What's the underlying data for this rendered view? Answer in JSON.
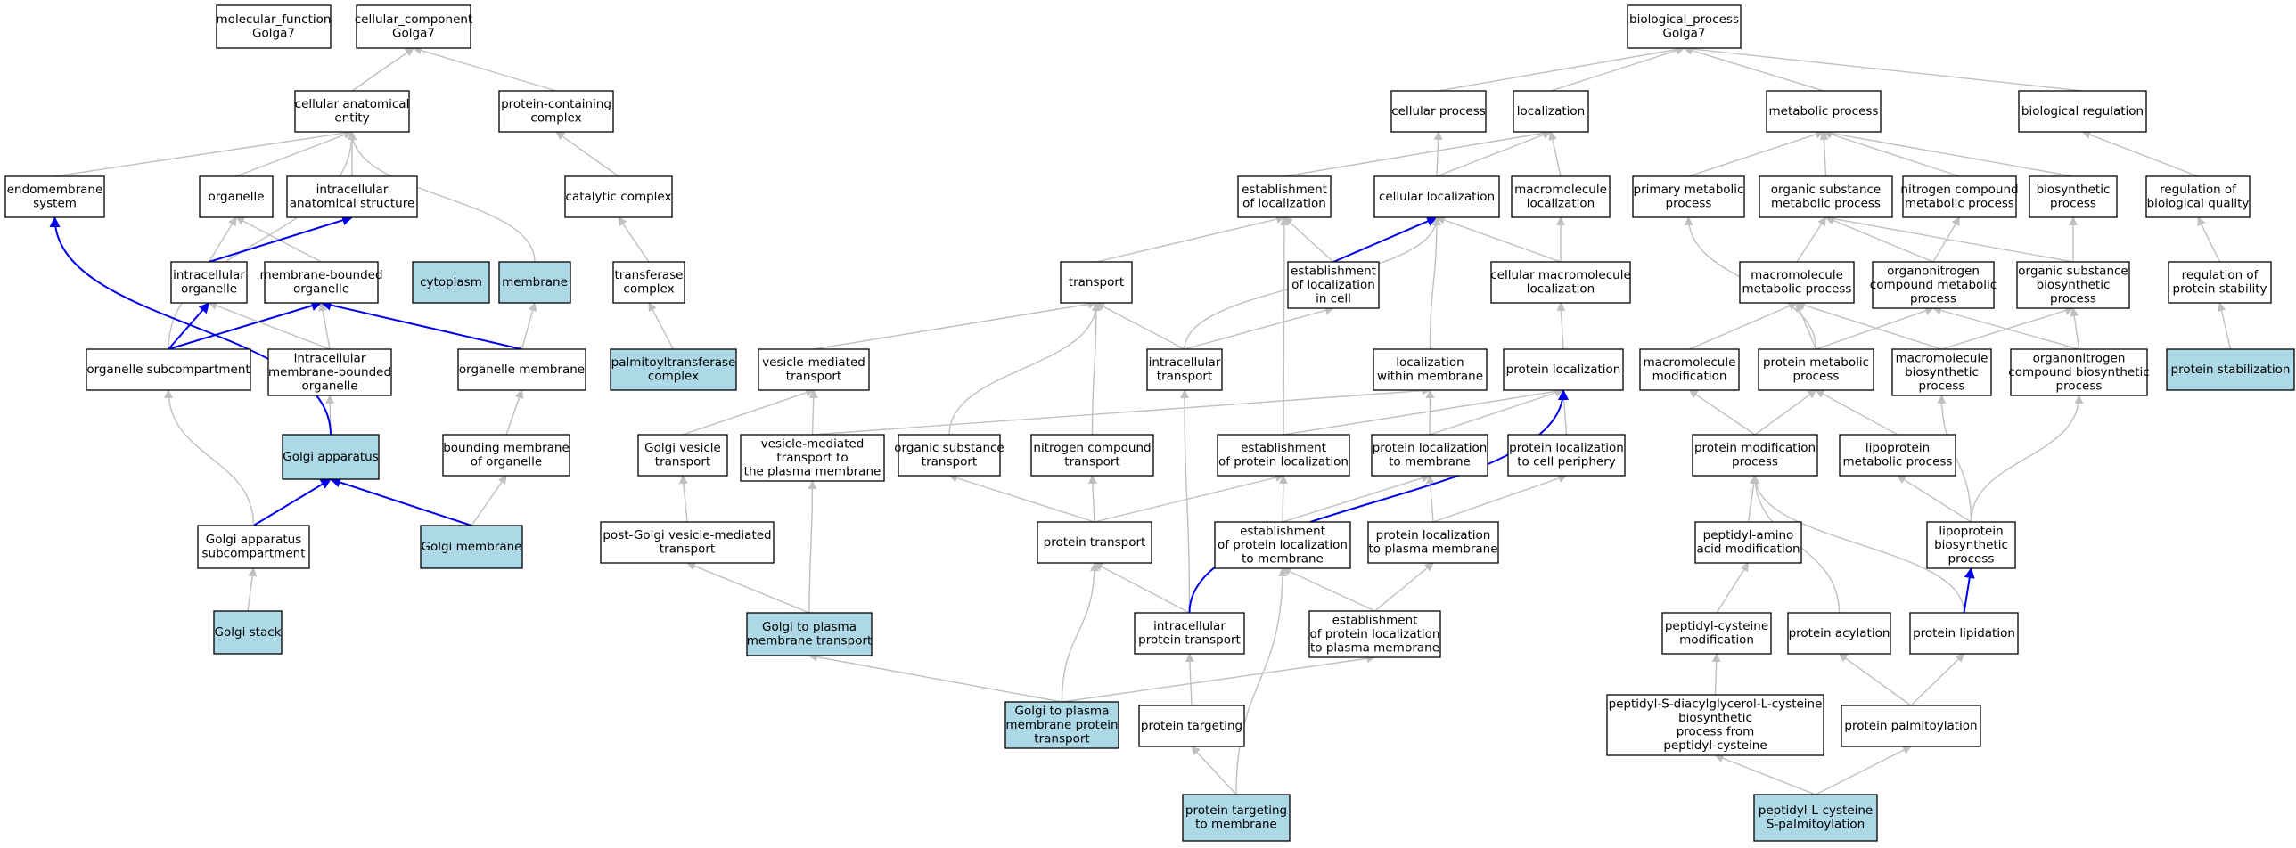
{
  "colors": {
    "highlight": "#add8e6",
    "default": "#ffffff",
    "edge": "#c0c0c0",
    "edge_strong": "#0000ee"
  },
  "nodes": [
    {
      "id": "mf",
      "lines": [
        "molecular_function",
        "Golga7"
      ]
    },
    {
      "id": "cc",
      "lines": [
        "cellular_component",
        "Golga7"
      ]
    },
    {
      "id": "bp",
      "lines": [
        "biological_process",
        "Golga7"
      ]
    },
    {
      "id": "cae",
      "lines": [
        "cellular anatomical",
        "entity"
      ]
    },
    {
      "id": "pcc",
      "lines": [
        "protein-containing",
        "complex"
      ]
    },
    {
      "id": "ems",
      "lines": [
        "endomembrane",
        "system"
      ]
    },
    {
      "id": "organelle",
      "lines": [
        "organelle"
      ]
    },
    {
      "id": "ias",
      "lines": [
        "intracellular",
        "anatomical structure"
      ]
    },
    {
      "id": "catc",
      "lines": [
        "catalytic complex"
      ]
    },
    {
      "id": "io",
      "lines": [
        "intracellular",
        "organelle"
      ]
    },
    {
      "id": "mbo",
      "lines": [
        "membrane-bounded",
        "organelle"
      ]
    },
    {
      "id": "cyto",
      "lines": [
        "cytoplasm"
      ],
      "hl": true
    },
    {
      "id": "cyto2",
      "lines": [
        "cytoplasm"
      ]
    },
    {
      "id": "membrane",
      "lines": [
        "membrane"
      ],
      "hl": true
    },
    {
      "id": "tfc",
      "lines": [
        "transferase",
        "complex"
      ]
    },
    {
      "id": "osc",
      "lines": [
        "organelle subcompartment"
      ]
    },
    {
      "id": "imbo",
      "lines": [
        "intracellular",
        "membrane-bounded",
        "organelle"
      ]
    },
    {
      "id": "om",
      "lines": [
        "organelle membrane"
      ]
    },
    {
      "id": "patc",
      "lines": [
        "palmitoyltransferase",
        "complex"
      ],
      "hl": true
    },
    {
      "id": "ga",
      "lines": [
        "Golgi apparatus"
      ],
      "hl": true
    },
    {
      "id": "bmo",
      "lines": [
        "bounding membrane",
        "of organelle"
      ]
    },
    {
      "id": "gas",
      "lines": [
        "Golgi apparatus",
        "subcompartment"
      ]
    },
    {
      "id": "gm",
      "lines": [
        "Golgi membrane"
      ],
      "hl": true
    },
    {
      "id": "gs",
      "lines": [
        "Golgi stack"
      ],
      "hl": true
    },
    {
      "id": "cp",
      "lines": [
        "cellular process"
      ]
    },
    {
      "id": "loc",
      "lines": [
        "localization"
      ]
    },
    {
      "id": "mp",
      "lines": [
        "metabolic process"
      ]
    },
    {
      "id": "br",
      "lines": [
        "biological regulation"
      ]
    },
    {
      "id": "eol",
      "lines": [
        "establishment",
        "of localization"
      ]
    },
    {
      "id": "cl",
      "lines": [
        "cellular localization"
      ]
    },
    {
      "id": "ml",
      "lines": [
        "macromolecule",
        "localization"
      ]
    },
    {
      "id": "pmp",
      "lines": [
        "primary metabolic",
        "process"
      ]
    },
    {
      "id": "osmp",
      "lines": [
        "organic substance",
        "metabolic process"
      ]
    },
    {
      "id": "ncmp",
      "lines": [
        "nitrogen compound",
        "metabolic process"
      ]
    },
    {
      "id": "bsp",
      "lines": [
        "biosynthetic",
        "process"
      ]
    },
    {
      "id": "rbq",
      "lines": [
        "regulation of",
        "biological quality"
      ]
    },
    {
      "id": "transport",
      "lines": [
        "transport"
      ]
    },
    {
      "id": "elc",
      "lines": [
        "establishment",
        "of localization",
        "in cell"
      ]
    },
    {
      "id": "cml",
      "lines": [
        "cellular macromolecule",
        "localization"
      ]
    },
    {
      "id": "mmp",
      "lines": [
        "macromolecule",
        "metabolic process"
      ]
    },
    {
      "id": "onmp",
      "lines": [
        "organonitrogen",
        "compound metabolic",
        "process"
      ]
    },
    {
      "id": "osbp",
      "lines": [
        "organic substance",
        "biosynthetic",
        "process"
      ]
    },
    {
      "id": "rps",
      "lines": [
        "regulation of",
        "protein stability"
      ]
    },
    {
      "id": "vmt",
      "lines": [
        "vesicle-mediated",
        "transport"
      ]
    },
    {
      "id": "it",
      "lines": [
        "intracellular",
        "transport"
      ]
    },
    {
      "id": "lwm",
      "lines": [
        "localization",
        "within membrane"
      ]
    },
    {
      "id": "pl",
      "lines": [
        "protein localization"
      ]
    },
    {
      "id": "mmod",
      "lines": [
        "macromolecule",
        "modification"
      ]
    },
    {
      "id": "protmp",
      "lines": [
        "protein metabolic",
        "process"
      ]
    },
    {
      "id": "mbp",
      "lines": [
        "macromolecule",
        "biosynthetic",
        "process"
      ]
    },
    {
      "id": "onbp",
      "lines": [
        "organonitrogen",
        "compound biosynthetic",
        "process"
      ]
    },
    {
      "id": "ps",
      "lines": [
        "protein stabilization"
      ],
      "hl": true
    },
    {
      "id": "gvt",
      "lines": [
        "Golgi vesicle",
        "transport"
      ]
    },
    {
      "id": "vmtpm",
      "lines": [
        "vesicle-mediated",
        "transport to",
        "the plasma membrane"
      ]
    },
    {
      "id": "ost",
      "lines": [
        "organic substance",
        "transport"
      ]
    },
    {
      "id": "nct",
      "lines": [
        "nitrogen compound",
        "transport"
      ]
    },
    {
      "id": "epl",
      "lines": [
        "establishment",
        "of protein localization"
      ]
    },
    {
      "id": "pltm",
      "lines": [
        "protein localization",
        "to membrane"
      ]
    },
    {
      "id": "pltcp",
      "lines": [
        "protein localization",
        "to cell periphery"
      ]
    },
    {
      "id": "pmodp",
      "lines": [
        "protein modification",
        "process"
      ]
    },
    {
      "id": "lmp",
      "lines": [
        "lipoprotein",
        "metabolic process"
      ]
    },
    {
      "id": "pgvmt",
      "lines": [
        "post-Golgi vesicle-mediated",
        "transport"
      ]
    },
    {
      "id": "pt",
      "lines": [
        "protein transport"
      ]
    },
    {
      "id": "epltm",
      "lines": [
        "establishment",
        "of protein localization",
        "to membrane"
      ]
    },
    {
      "id": "pltpm",
      "lines": [
        "protein localization",
        "to plasma membrane"
      ]
    },
    {
      "id": "paam",
      "lines": [
        "peptidyl-amino",
        "acid modification"
      ]
    },
    {
      "id": "lbp",
      "lines": [
        "lipoprotein",
        "biosynthetic",
        "process"
      ]
    },
    {
      "id": "gtpmt",
      "lines": [
        "Golgi to plasma",
        "membrane transport"
      ],
      "hl": true
    },
    {
      "id": "ipt",
      "lines": [
        "intracellular",
        "protein transport"
      ]
    },
    {
      "id": "epltpm",
      "lines": [
        "establishment",
        "of protein localization",
        "to plasma membrane"
      ]
    },
    {
      "id": "pcm",
      "lines": [
        "peptidyl-cysteine",
        "modification"
      ]
    },
    {
      "id": "pa",
      "lines": [
        "protein acylation"
      ]
    },
    {
      "id": "plip",
      "lines": [
        "protein lipidation"
      ]
    },
    {
      "id": "gtpmpt",
      "lines": [
        "Golgi to plasma",
        "membrane protein",
        "transport"
      ],
      "hl": true
    },
    {
      "id": "ptarg",
      "lines": [
        "protein targeting"
      ]
    },
    {
      "id": "psdgc",
      "lines": [
        "peptidyl-S-diacylglycerol-L-cysteine",
        "biosynthetic",
        "process from",
        "peptidyl-cysteine"
      ]
    },
    {
      "id": "ppalm",
      "lines": [
        "protein palmitoylation"
      ]
    },
    {
      "id": "pttm",
      "lines": [
        "protein targeting",
        "to membrane"
      ],
      "hl": true
    },
    {
      "id": "plcs",
      "lines": [
        "peptidyl-L-cysteine",
        "S-palmitoylation"
      ],
      "hl": true
    }
  ],
  "edges": [
    [
      "cae",
      "cc"
    ],
    [
      "pcc",
      "cc"
    ],
    [
      "ems",
      "cae"
    ],
    [
      "organelle",
      "cae"
    ],
    [
      "ias",
      "cae"
    ],
    [
      "cyto2",
      "cae"
    ],
    [
      "membrane",
      "cae"
    ],
    [
      "osc",
      "cae"
    ],
    [
      "catc",
      "pcc"
    ],
    [
      "tfc",
      "catc"
    ],
    [
      "patc",
      "tfc"
    ],
    [
      "io",
      "organelle"
    ],
    [
      "mbo",
      "organelle"
    ],
    [
      "io",
      "ias",
      1
    ],
    [
      "cyto2",
      "ias",
      1
    ],
    [
      "osc",
      "io",
      1
    ],
    [
      "osc",
      "mbo",
      1
    ],
    [
      "imbo",
      "io"
    ],
    [
      "imbo",
      "mbo"
    ],
    [
      "om",
      "mbo",
      1
    ],
    [
      "om",
      "membrane"
    ],
    [
      "ga",
      "imbo"
    ],
    [
      "ga",
      "ems",
      1
    ],
    [
      "ga",
      "cyto2",
      1
    ],
    [
      "bmo",
      "om"
    ],
    [
      "gm",
      "bmo"
    ],
    [
      "gm",
      "ga",
      1
    ],
    [
      "gas",
      "ga",
      1
    ],
    [
      "gas",
      "osc"
    ],
    [
      "gs",
      "gas"
    ],
    [
      "cp",
      "bp"
    ],
    [
      "loc",
      "bp"
    ],
    [
      "mp",
      "bp"
    ],
    [
      "br",
      "bp"
    ],
    [
      "eol",
      "loc"
    ],
    [
      "cl",
      "loc"
    ],
    [
      "ml",
      "loc"
    ],
    [
      "cl",
      "cp"
    ],
    [
      "pmp",
      "mp"
    ],
    [
      "osmp",
      "mp"
    ],
    [
      "ncmp",
      "mp"
    ],
    [
      "bsp",
      "mp"
    ],
    [
      "rbq",
      "br"
    ],
    [
      "transport",
      "eol"
    ],
    [
      "elc",
      "eol"
    ],
    [
      "elc",
      "cl",
      1
    ],
    [
      "cml",
      "cl"
    ],
    [
      "cml",
      "ml"
    ],
    [
      "it",
      "cl"
    ],
    [
      "lwm",
      "cl"
    ],
    [
      "mmp",
      "osmp"
    ],
    [
      "onmp",
      "osmp"
    ],
    [
      "onmp",
      "ncmp"
    ],
    [
      "osbp",
      "osmp"
    ],
    [
      "osbp",
      "bsp"
    ],
    [
      "rps",
      "rbq"
    ],
    [
      "ps",
      "rps"
    ],
    [
      "vmt",
      "transport"
    ],
    [
      "it",
      "transport"
    ],
    [
      "it",
      "elc"
    ],
    [
      "pl",
      "cml"
    ],
    [
      "mmod",
      "mmp"
    ],
    [
      "protmp",
      "mmp"
    ],
    [
      "protmp",
      "onmp"
    ],
    [
      "protmp",
      "pmp"
    ],
    [
      "mbp",
      "mmp"
    ],
    [
      "mbp",
      "osbp"
    ],
    [
      "onbp",
      "onmp"
    ],
    [
      "onbp",
      "osbp"
    ],
    [
      "gvt",
      "vmt"
    ],
    [
      "vmtpm",
      "vmt"
    ],
    [
      "vmtpm",
      "lwm"
    ],
    [
      "ost",
      "transport"
    ],
    [
      "nct",
      "transport"
    ],
    [
      "epl",
      "eol"
    ],
    [
      "epl",
      "pl"
    ],
    [
      "pltm",
      "pl"
    ],
    [
      "pltcp",
      "pl"
    ],
    [
      "pltm",
      "lwm"
    ],
    [
      "pmodp",
      "mmod"
    ],
    [
      "pmodp",
      "protmp"
    ],
    [
      "lmp",
      "protmp"
    ],
    [
      "pgvmt",
      "gvt"
    ],
    [
      "pt",
      "ost"
    ],
    [
      "pt",
      "nct"
    ],
    [
      "pt",
      "epl"
    ],
    [
      "epltm",
      "epl"
    ],
    [
      "epltm",
      "pltm"
    ],
    [
      "pltpm",
      "pltm"
    ],
    [
      "pltpm",
      "pltcp"
    ],
    [
      "paam",
      "pmodp"
    ],
    [
      "lbp",
      "mbp"
    ],
    [
      "lbp",
      "onbp"
    ],
    [
      "lbp",
      "lmp"
    ],
    [
      "gtpmt",
      "pgvmt"
    ],
    [
      "gtpmt",
      "vmtpm"
    ],
    [
      "ipt",
      "it"
    ],
    [
      "ipt",
      "pt"
    ],
    [
      "ipt",
      "pl",
      1
    ],
    [
      "epltpm",
      "epltm"
    ],
    [
      "epltpm",
      "pltpm"
    ],
    [
      "pcm",
      "paam"
    ],
    [
      "pa",
      "pmodp"
    ],
    [
      "plip",
      "pmodp"
    ],
    [
      "plip",
      "lbp",
      1
    ],
    [
      "gtpmpt",
      "pt"
    ],
    [
      "gtpmpt",
      "gtpmt"
    ],
    [
      "gtpmpt",
      "epltpm"
    ],
    [
      "ptarg",
      "ipt"
    ],
    [
      "psdgc",
      "pcm"
    ],
    [
      "ppalm",
      "pa"
    ],
    [
      "ppalm",
      "plip"
    ],
    [
      "pttm",
      "ptarg"
    ],
    [
      "pttm",
      "epltm"
    ],
    [
      "plcs",
      "psdgc"
    ],
    [
      "plcs",
      "ppalm"
    ]
  ]
}
